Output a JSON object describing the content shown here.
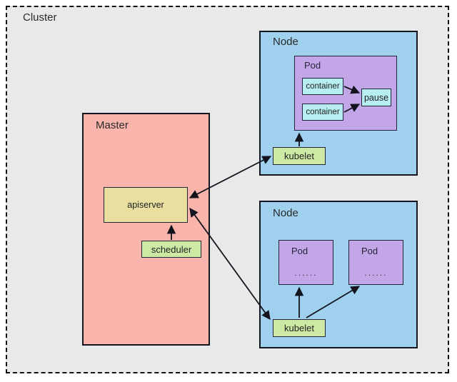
{
  "diagram": {
    "cluster_label": "Cluster",
    "master": {
      "label": "Master",
      "apiserver_label": "apiserver",
      "scheduler_label": "scheduler"
    },
    "node_top": {
      "label": "Node",
      "kubelet_label": "kubelet",
      "pod": {
        "label": "Pod",
        "containers": [
          "container",
          "container"
        ],
        "pause_label": "pause"
      }
    },
    "node_bottom": {
      "label": "Node",
      "kubelet_label": "kubelet",
      "pods": [
        {
          "label": "Pod",
          "dots": "......"
        },
        {
          "label": "Pod",
          "dots": "......"
        }
      ]
    },
    "colors": {
      "cluster_bg": "#e8eae9",
      "master_fill": "#f9b4ab",
      "node_fill": "#9fd0ee",
      "pod_fill": "#c3a6e8",
      "container_fill": "#b6eef2",
      "kubelet_scheduler_fill": "#cdeaa5",
      "apiserver_fill": "#e9e0a0",
      "line": "#14141e"
    },
    "edges": [
      {
        "from": "scheduler",
        "to": "apiserver",
        "bidirectional": false
      },
      {
        "from": "kubelet-node-top",
        "to": "apiserver",
        "bidirectional": true
      },
      {
        "from": "kubelet-node-bottom",
        "to": "apiserver",
        "bidirectional": true
      },
      {
        "from": "kubelet-node-top",
        "to": "pod-node-top",
        "bidirectional": false
      },
      {
        "from": "container-1",
        "to": "pause",
        "bidirectional": false
      },
      {
        "from": "container-2",
        "to": "pause",
        "bidirectional": false
      },
      {
        "from": "kubelet-node-bottom",
        "to": "pod-bottom-1",
        "bidirectional": false
      },
      {
        "from": "kubelet-node-bottom",
        "to": "pod-bottom-2",
        "bidirectional": false
      }
    ]
  }
}
